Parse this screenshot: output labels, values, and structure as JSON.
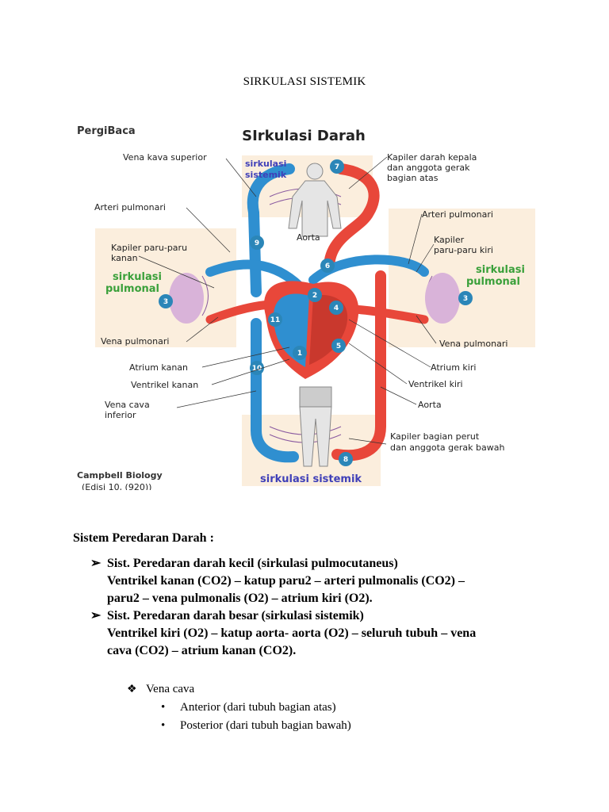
{
  "title": "SIRKULASI SISTEMIK",
  "figure": {
    "publisher": "PergiBaca",
    "heading": "SIrkulasi Darah",
    "labels": {
      "vena_kava_superior": "Vena kava superior",
      "arteri_pulmonari_left": "Arteri pulmonari",
      "kapiler_paru_kanan_1": "Kapiler paru-paru",
      "kapiler_paru_kanan_2": "kanan",
      "sirkulasi_pulmonal_left_1": "sirkulasi",
      "sirkulasi_pulmonal_left_2": "pulmonal",
      "vena_pulmonari_left": "Vena pulmonari",
      "atrium_kanan": "Atrium kanan",
      "ventrikel_kanan": "Ventrikel kanan",
      "vena_cava_inferior_1": "Vena cava",
      "vena_cava_inferior_2": "inferior",
      "sirkulasi_sistemik_top_1": "sirkulasi",
      "sirkulasi_sistemik_top_2": "sistemik",
      "aorta_center": "Aorta",
      "kapiler_kepala_1": "Kapiler darah kepala",
      "kapiler_kepala_2": "dan anggota gerak",
      "kapiler_kepala_3": "bagian atas",
      "arteri_pulmonari_right": "Arteri pulmonari",
      "kapiler_paru_kiri_1": "Kapiler",
      "kapiler_paru_kiri_2": "paru-paru kiri",
      "sirkulasi_pulmonal_right_1": "sirkulasi",
      "sirkulasi_pulmonal_right_2": "pulmonal",
      "vena_pulmonari_right": "Vena pulmonari",
      "atrium_kiri": "Atrium kiri",
      "ventrikel_kiri": "Ventrikel kiri",
      "aorta_right": "Aorta",
      "kapiler_perut_1": "Kapiler bagian perut",
      "kapiler_perut_2": "dan anggota gerak bawah",
      "sirkulasi_sistemik_bottom": "sirkulasi sistemik",
      "source_1": "Campbell Biology",
      "source_2": "(Edisi 10, (920))"
    },
    "numbers": [
      "1",
      "2",
      "3",
      "3",
      "4",
      "5",
      "6",
      "7",
      "8",
      "9",
      "10",
      "11"
    ]
  },
  "body": {
    "heading": "Sistem Peredaran Darah :",
    "bullets": [
      {
        "arrow": "➢",
        "lines": [
          "Sist. Peredaran darah kecil (sirkulasi pulmocutaneus)",
          "Ventrikel kanan (CO2) – katup paru2 – arteri pulmonalis (CO2) –",
          "paru2 – vena pulmonalis (O2) – atrium kiri (O2)."
        ]
      },
      {
        "arrow": "➢",
        "lines": [
          "Sist. Peredaran darah besar (sirkulasi sistemik)",
          "Ventrikel kiri (O2) – katup aorta- aorta (O2) – seluruh tubuh – vena",
          "cava (CO2) – atrium kanan (CO2)."
        ]
      }
    ],
    "sub_heading_marker": "❖",
    "sub_heading": "Vena cava",
    "sub_items": [
      "Anterior (dari tubuh bagian atas)",
      "Posterior (dari tubuh bagian bawah)"
    ],
    "sub_marker": "•"
  },
  "colors": {
    "artery_red": "#e8473a",
    "vein_blue": "#2f8fd0",
    "badge_blue": "#2b86b8",
    "pulmonal_green": "#3aa03a",
    "sistemik_purple": "#3f3fb8",
    "panel_beige": "#fbeedd"
  }
}
